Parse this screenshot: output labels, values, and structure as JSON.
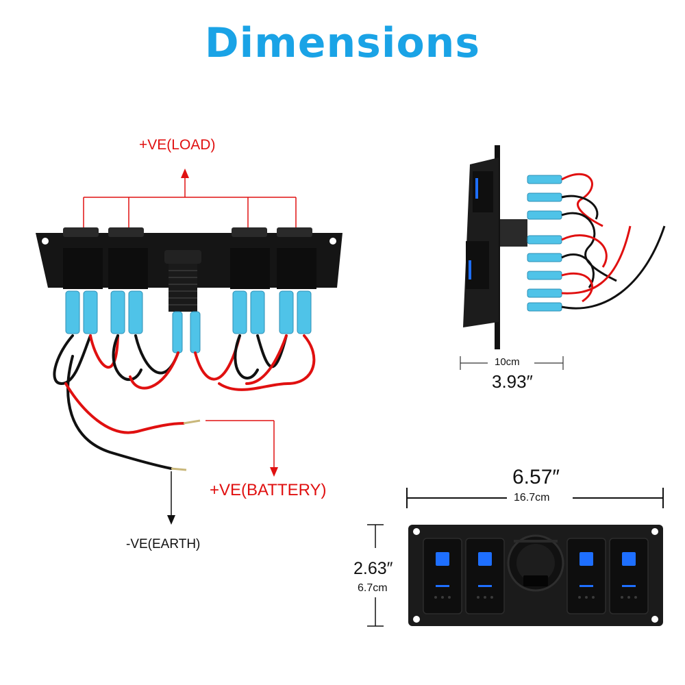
{
  "title": "Dimensions",
  "labels": {
    "load": "+VE(LOAD)",
    "battery": "+VE(BATTERY)",
    "earth": "-VE(EARTH)"
  },
  "side_view": {
    "depth_metric": "10cm",
    "depth_imperial": "3.93″"
  },
  "front_view": {
    "width_imperial": "6.57″",
    "width_metric": "16.7cm",
    "height_imperial": "2.63″",
    "height_metric": "6.7cm"
  },
  "colors": {
    "title": "#1aa3e6",
    "annotation": "#e01010",
    "panel": "#1b1b1b",
    "connector": "#4fc3e8",
    "switch_led": "#1e6fff"
  }
}
